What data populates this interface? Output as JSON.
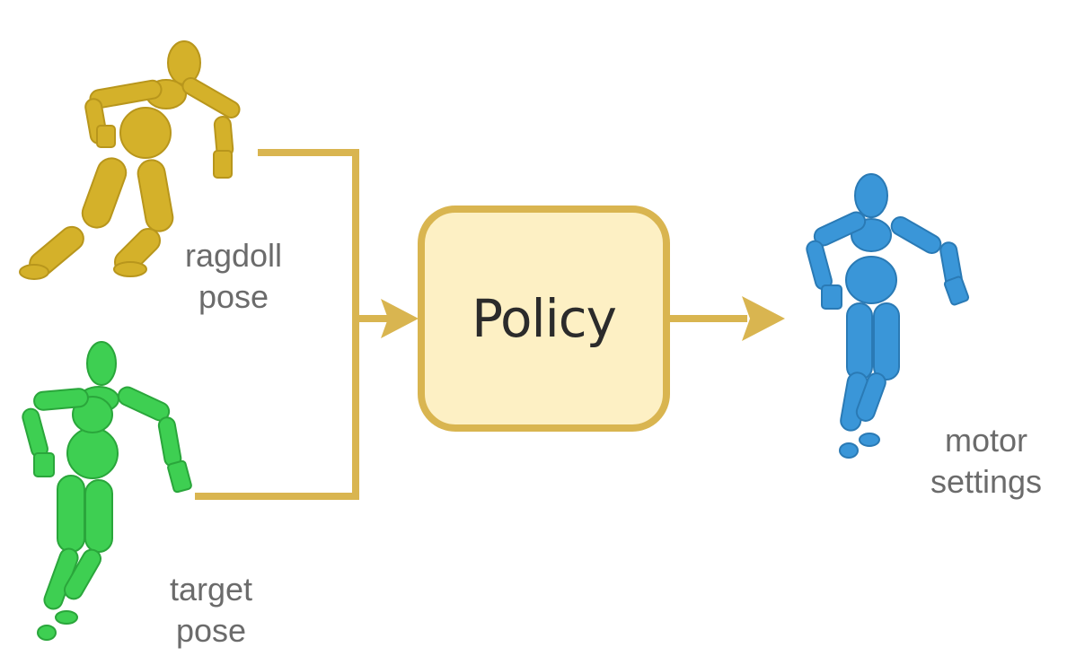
{
  "labels": {
    "ragdoll_line1": "ragdoll",
    "ragdoll_line2": "pose",
    "target_line1": "target",
    "target_line2": "pose",
    "motor_line1": "motor",
    "motor_line2": "settings",
    "policy": "Policy"
  },
  "colors": {
    "connector": "#d9b550",
    "policy_fill": "#fdf0c4",
    "ragdoll_figure": "#d4b12a",
    "target_figure": "#3ecf52",
    "output_figure": "#3a96d8",
    "label_text": "#6b6b6b"
  }
}
